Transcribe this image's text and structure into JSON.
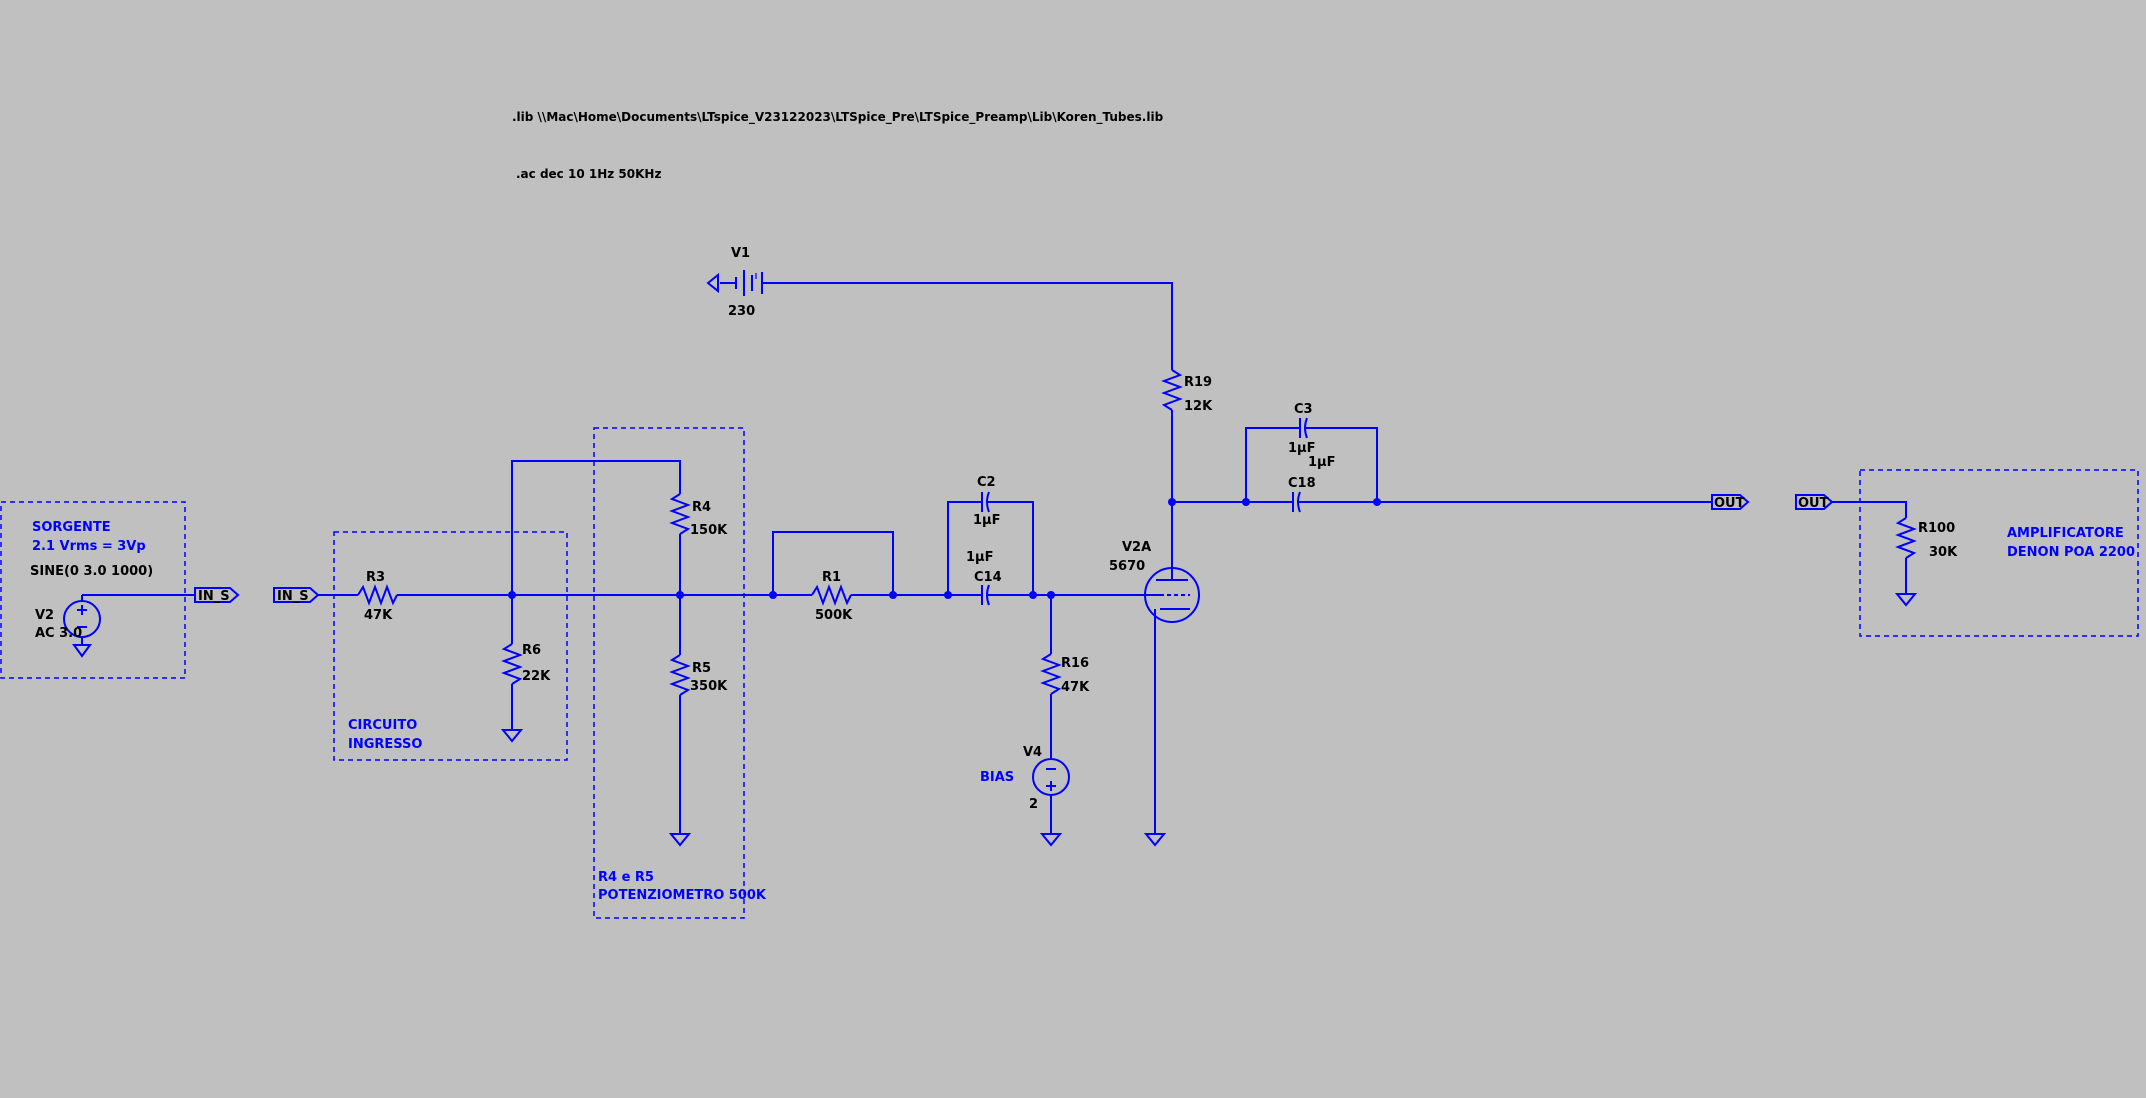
{
  "directives": {
    "lib": ".lib \\\\Mac\\Home\\Documents\\LTspice_V23122023\\LTSpice_Pre\\LTSpice_Preamp\\Lib\\Koren_Tubes.lib",
    "ac": ".ac dec 10 1Hz 50KHz"
  },
  "colors": {
    "background": "#c0c0c0",
    "wire": "#0000ff",
    "text": "#000000"
  },
  "netlabels": {
    "in_s_1": "IN_S",
    "in_s_2": "IN_S",
    "out_1": "OUT",
    "out_2": "OUT"
  },
  "comments": {
    "sorgente_1": "SORGENTE",
    "sorgente_2": "2.1 Vrms = 3Vp",
    "circuito_1": "CIRCUITO",
    "circuito_2": "INGRESSO",
    "pot_1": "R4 e R5",
    "pot_2": "POTENZIOMETRO 500K",
    "amp_1": "AMPLIFICATORE",
    "amp_2": "DENON POA 2200",
    "bias": "BIAS"
  },
  "components": {
    "V1": {
      "name": "V1",
      "value": "230"
    },
    "V2": {
      "name": "V2",
      "value": "AC 3.0",
      "source": "SINE(0 3.0 1000)"
    },
    "V4": {
      "name": "V4",
      "value": "2"
    },
    "V2A": {
      "name": "V2A",
      "value": "5670"
    },
    "R1": {
      "name": "R1",
      "value": "500K"
    },
    "R3": {
      "name": "R3",
      "value": "47K"
    },
    "R4": {
      "name": "R4",
      "value": "150K"
    },
    "R5": {
      "name": "R5",
      "value": "350K"
    },
    "R6": {
      "name": "R6",
      "value": "22K"
    },
    "R16": {
      "name": "R16",
      "value": "47K"
    },
    "R19": {
      "name": "R19",
      "value": "12K"
    },
    "R100": {
      "name": "R100",
      "value": "30K"
    },
    "C2": {
      "name": "C2",
      "value": "1µF"
    },
    "C14": {
      "name": "C14",
      "value": "1µF"
    },
    "C3": {
      "name": "C3",
      "value": "1µF"
    },
    "C18": {
      "name": "C18",
      "value": "1µF"
    }
  }
}
